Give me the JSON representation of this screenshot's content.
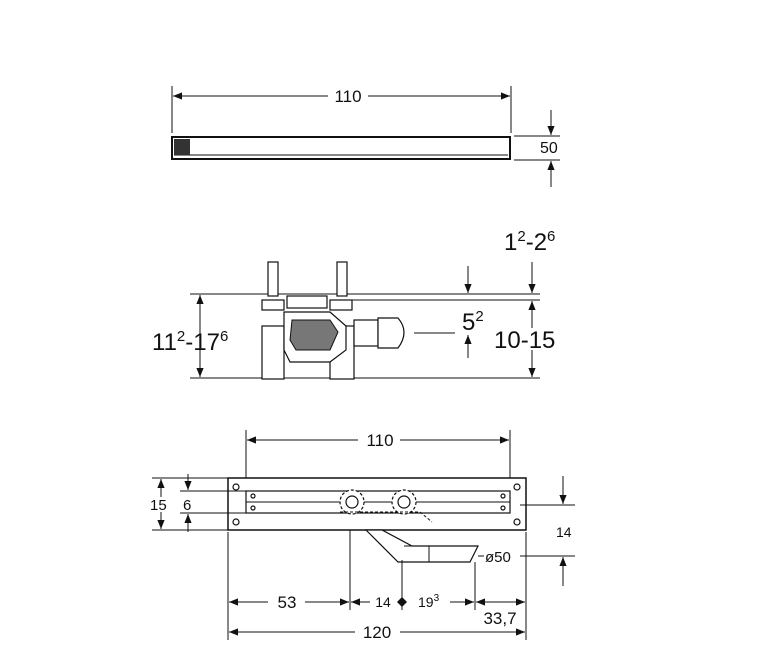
{
  "top_view": {
    "width_label": "110",
    "height_label": "50"
  },
  "side_view": {
    "left_range": {
      "main": "11",
      "sup1": "2",
      "mid": "-17",
      "sup2": "6"
    },
    "top_right": {
      "main": "1",
      "sup1": "2",
      "mid": "-2",
      "sup2": "6"
    },
    "mid_label": {
      "main": "5",
      "sup1": "2"
    },
    "right_range": "10-15"
  },
  "bottom_view": {
    "width_label": "110",
    "left_outer": "15",
    "left_inner": "6",
    "right_height": "14",
    "pipe_diameter": "ø50",
    "dim_53": "53",
    "dim_14": "14",
    "dim_19": {
      "main": "19",
      "sup": "3"
    },
    "dim_337": "33,7",
    "dim_120": "120"
  }
}
